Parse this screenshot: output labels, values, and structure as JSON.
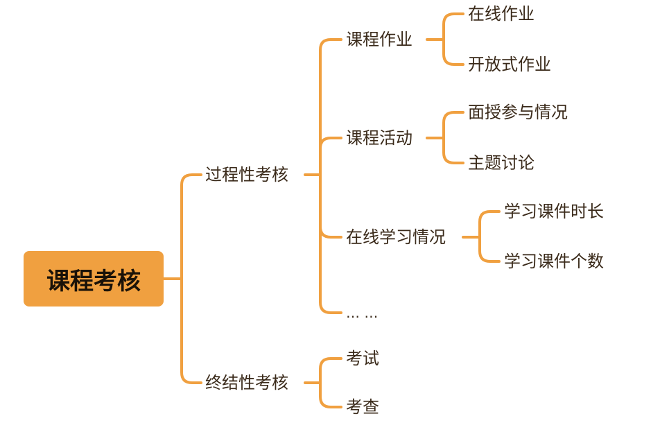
{
  "colors": {
    "accent": "#F0A040",
    "text": "#3a2a1a"
  },
  "root": {
    "label": "课程考核"
  },
  "branches": [
    {
      "label": "过程性考核",
      "children": [
        {
          "label": "课程作业",
          "children": [
            {
              "label": "在线作业"
            },
            {
              "label": "开放式作业"
            }
          ]
        },
        {
          "label": "课程活动",
          "children": [
            {
              "label": "面授参与情况"
            },
            {
              "label": "主题讨论"
            }
          ]
        },
        {
          "label": "在线学习情况",
          "children": [
            {
              "label": "学习课件时长"
            },
            {
              "label": "学习课件个数"
            }
          ]
        },
        {
          "label": "… …"
        }
      ]
    },
    {
      "label": "终结性考核",
      "children": [
        {
          "label": "考试"
        },
        {
          "label": "考查"
        }
      ]
    }
  ]
}
